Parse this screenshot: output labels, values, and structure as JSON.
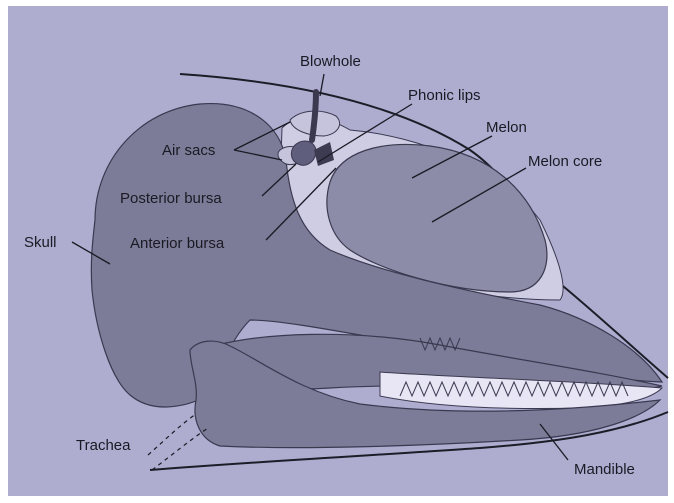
{
  "labels": {
    "blowhole": "Blowhole",
    "phonic_lips": "Phonic lips",
    "air_sacs": "Air sacs",
    "melon": "Melon",
    "melon_core": "Melon core",
    "posterior_bursa": "Posterior bursa",
    "skull": "Skull",
    "anterior_bursa": "Anterior bursa",
    "trachea": "Trachea",
    "mandible": "Mandible"
  },
  "colors": {
    "background": "#aeadd0",
    "tissue": "#7d7c98",
    "tissue_dark": "#6e6d8a",
    "light_tissue": "#cfcde4",
    "line": "#1d1d28"
  }
}
